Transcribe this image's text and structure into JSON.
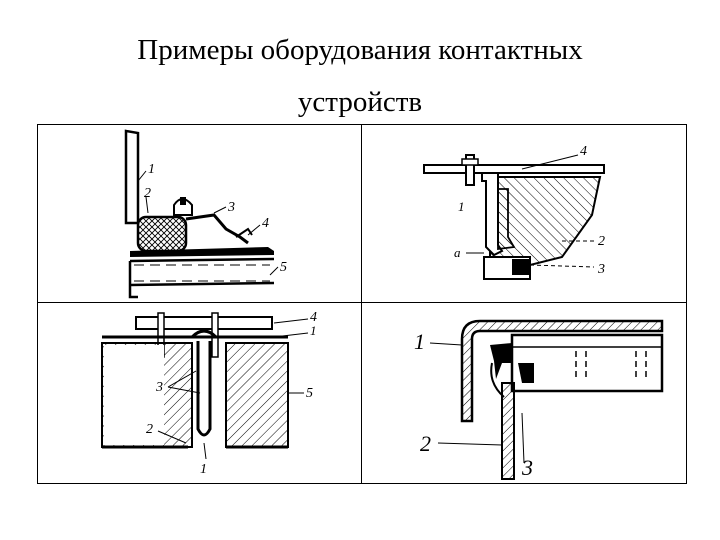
{
  "title": {
    "line1": "Примеры оборудования контактных",
    "line2": "устройств"
  },
  "panels": {
    "top_left": {
      "labels": [
        "1",
        "2",
        "3",
        "4",
        "5"
      ]
    },
    "top_right": {
      "labels": [
        "4",
        "1",
        "2",
        "a",
        "3"
      ]
    },
    "bottom_left": {
      "labels": [
        "4",
        "1",
        "3",
        "5",
        "2",
        "1"
      ]
    },
    "bottom_right": {
      "labels": [
        "1",
        "2",
        "3"
      ]
    }
  },
  "colors": {
    "ink": "#000000",
    "paper": "#ffffff"
  }
}
